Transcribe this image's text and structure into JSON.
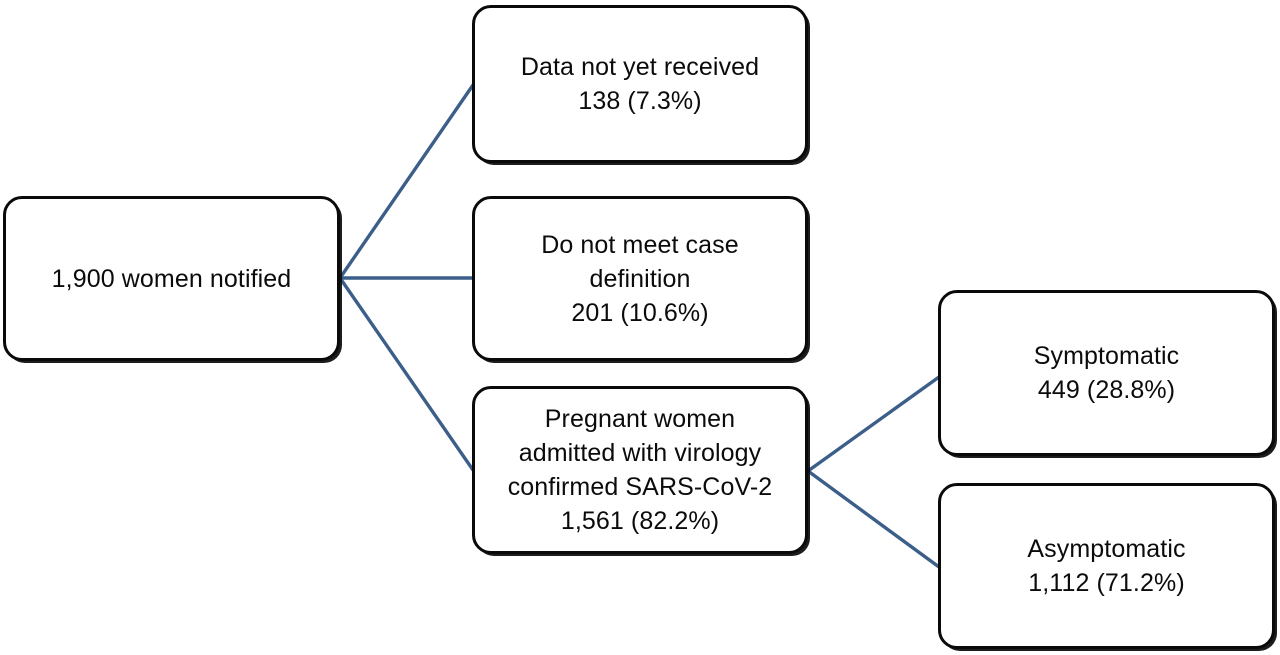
{
  "diagram": {
    "type": "flowchart",
    "orientation": "left-to-right",
    "line_color": "#3c5f8a",
    "box_border_color": "#0a0a0a",
    "box_fill_color": "#ffffff",
    "nodes": [
      {
        "id": "notified",
        "label": "1,900 women notified",
        "count": "1,900",
        "percent": null
      },
      {
        "id": "pending",
        "label": "Data not yet received\n138 (7.3%)",
        "count": "138",
        "percent": "7.3%"
      },
      {
        "id": "excluded",
        "label": "Do not meet case\ndefinition\n201 (10.6%)",
        "count": "201",
        "percent": "10.6%"
      },
      {
        "id": "confirmed",
        "label": "Pregnant women\nadmitted with virology\nconfirmed SARS-CoV-2\n1,561 (82.2%)",
        "count": "1,561",
        "percent": "82.2%"
      },
      {
        "id": "symptomatic",
        "label": "Symptomatic\n449 (28.8%)",
        "count": "449",
        "percent": "28.8%"
      },
      {
        "id": "asymptomatic",
        "label": "Asymptomatic\n1,112 (71.2%)",
        "count": "1,112",
        "percent": "71.2%"
      }
    ],
    "edges": [
      {
        "id": "notified-to-pending",
        "from": "notified",
        "to": "pending"
      },
      {
        "id": "notified-to-excluded",
        "from": "notified",
        "to": "excluded"
      },
      {
        "id": "notified-to-confirmed",
        "from": "notified",
        "to": "confirmed"
      },
      {
        "id": "confirmed-to-symptomatic",
        "from": "confirmed",
        "to": "symptomatic"
      },
      {
        "id": "confirmed-to-asymptomatic",
        "from": "confirmed",
        "to": "asymptomatic"
      }
    ]
  }
}
